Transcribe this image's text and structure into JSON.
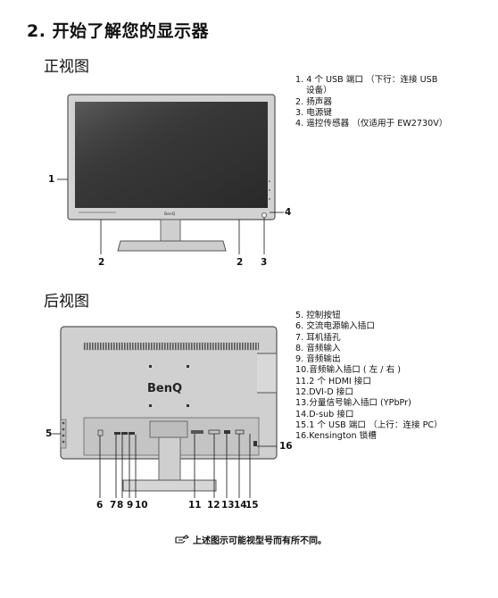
{
  "page": {
    "title": "2. 开始了解您的显示器"
  },
  "front_view": {
    "heading": "正视图",
    "screen_brand": "BenQ",
    "items": [
      "1.  4 个 USB 端口 （下行：连接 USB",
      "设备）",
      "2.  扬声器",
      "3.  电源键",
      "4.  遥控传感器 （仅适用于 EW2730V）"
    ],
    "callouts": {
      "c1": "1",
      "c2a": "2",
      "c2b": "2",
      "c3": "3",
      "c4": "4"
    }
  },
  "rear_view": {
    "heading": "后视图",
    "logo": "BenQ",
    "items": [
      "5.  控制按钮",
      "6.  交流电源输入插口",
      "7.  耳机插孔",
      "8.  音频输入",
      "9.  音频输出",
      "10.音频输入插口 ( 左 / 右 )",
      "11.2 个 HDMI 接口",
      "12.DVI-D 接口",
      "13.分量信号输入插口 (YPbPr)",
      "14.D-sub 接口",
      "15.1 个 USB 端口 （上行：连接 PC）",
      "16.Kensington 锁槽"
    ],
    "callouts": {
      "c5": "5",
      "c6": "6",
      "c7": "7",
      "c8": "8",
      "c9": "9",
      "c10": "10",
      "c11": "11",
      "c12": "12",
      "c13": "13",
      "c14": "14",
      "c15": "15",
      "c16": "16"
    }
  },
  "note": {
    "icon": "pointing-hand-icon",
    "text": "上述图示可能视型号而有所不同。"
  }
}
